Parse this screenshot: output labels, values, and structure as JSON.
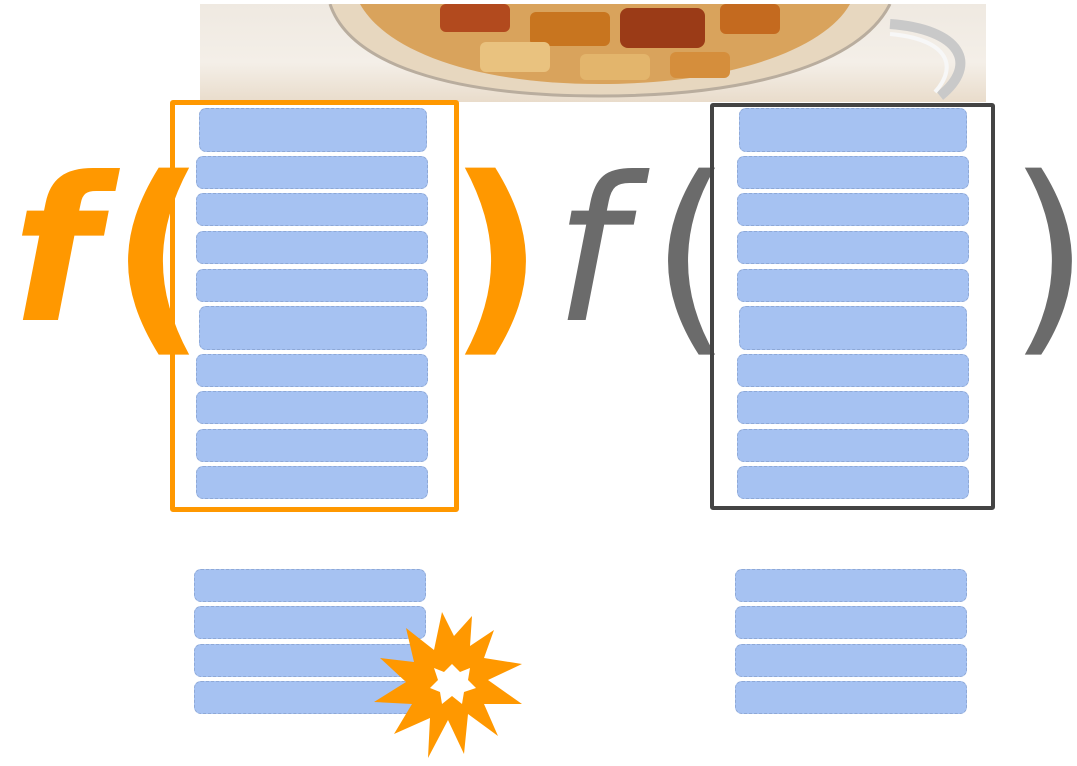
{
  "figure": {
    "left_panel": {
      "function_label": "f",
      "open_paren": "(",
      "close_paren": ")",
      "color": "#ff9800",
      "input_bars": 10,
      "output_bars": 4,
      "marker": "explosion-icon"
    },
    "right_panel": {
      "function_label": "f",
      "open_paren": "(",
      "close_paren": ")",
      "color": "#6b6b6b",
      "input_bars": 10,
      "output_bars": 4
    },
    "bar_color": "#a6c2f2",
    "photo": "waffle-in-glass-bowl-image"
  }
}
